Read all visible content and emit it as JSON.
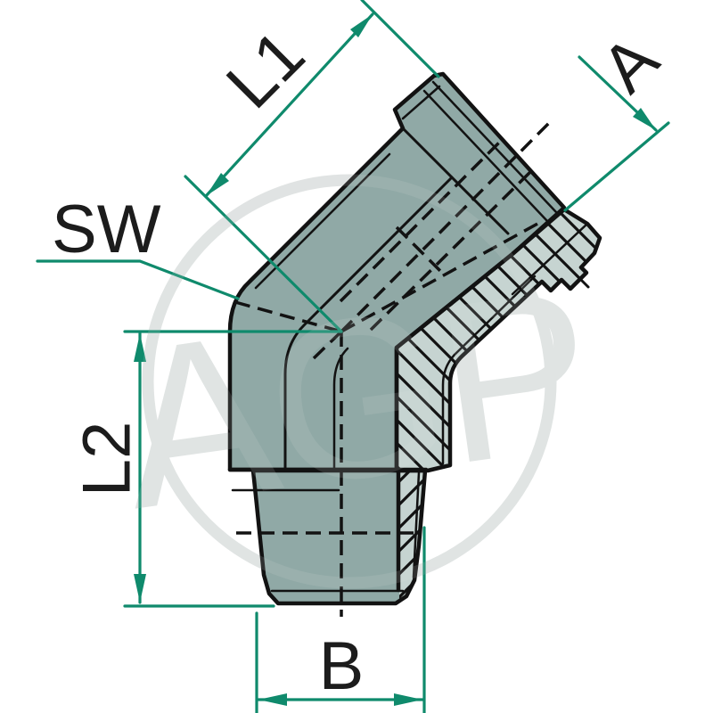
{
  "watermark": {
    "text": "AGP"
  },
  "dimension_labels": {
    "l1": "L1",
    "a": "A",
    "sw": "SW",
    "l2": "L2",
    "b": "B"
  },
  "colors": {
    "dimension_green": "#0f8a6c",
    "body_teal": "#8ba6a2",
    "section_pale": "#c6d4d1",
    "outline_black": "#121212",
    "watermark_gray": "#e0e4e3",
    "label_black": "#1c1c1c",
    "background": "#ffffff"
  },
  "drawing": {
    "type": "technical-drawing",
    "subject": "45-degree elbow threaded fitting shown in half section",
    "callouts": [
      "L1",
      "A",
      "SW",
      "L2",
      "B"
    ]
  }
}
